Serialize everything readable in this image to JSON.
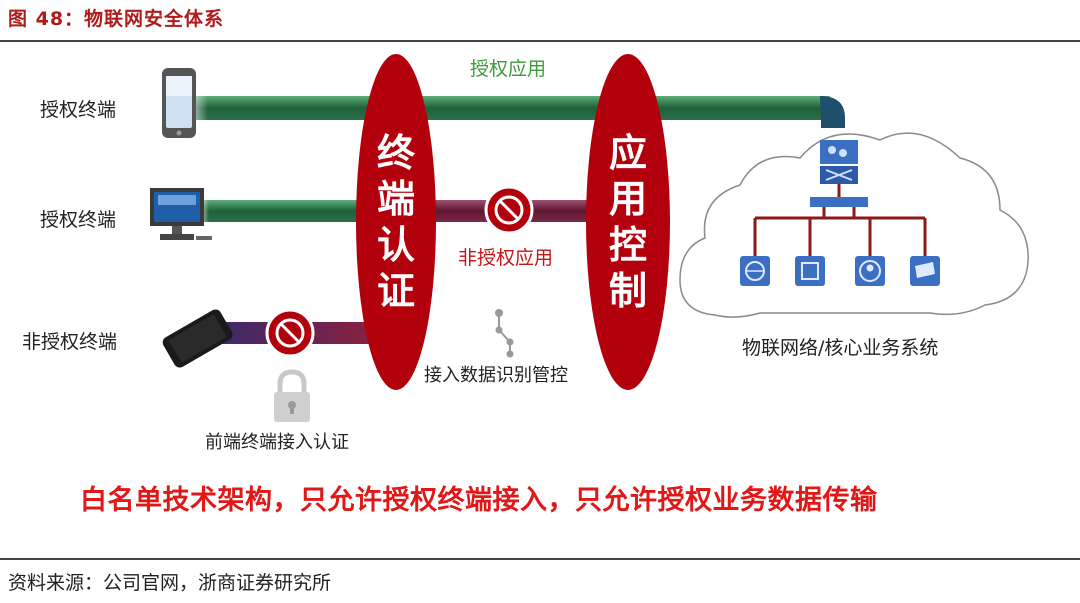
{
  "figure_title": "图 48：物联网安全体系",
  "terminals": [
    {
      "label": "授权终端",
      "icon": "smartphone-icon"
    },
    {
      "label": "授权终端",
      "icon": "desktop-computer-icon"
    },
    {
      "label": "非授权终端",
      "icon": "smartphone-icon"
    }
  ],
  "ovals": [
    {
      "text": "终端认证"
    },
    {
      "text": "应用控制"
    }
  ],
  "flows": {
    "authorized_app": "授权应用",
    "unauthorized_app": "非授权应用"
  },
  "annotations": {
    "front_auth": "前端终端接入认证",
    "access_control": "接入数据识别管控"
  },
  "network_label": "物联网络/核心业务系统",
  "banner": "白名单技术架构，只允许授权终端接入，只允许授权业务数据传输",
  "source": "资料来源：公司官网，浙商证券研究所",
  "colors": {
    "title": "#b01b1b",
    "oval": "#b3000d",
    "authorized_pipe": "#2e7d4f",
    "unauthorized_pipe": "#7a1e3a",
    "banner": "#e01818",
    "network_lines": "#8b1a1a",
    "node_blue": "#3a6fc4"
  }
}
